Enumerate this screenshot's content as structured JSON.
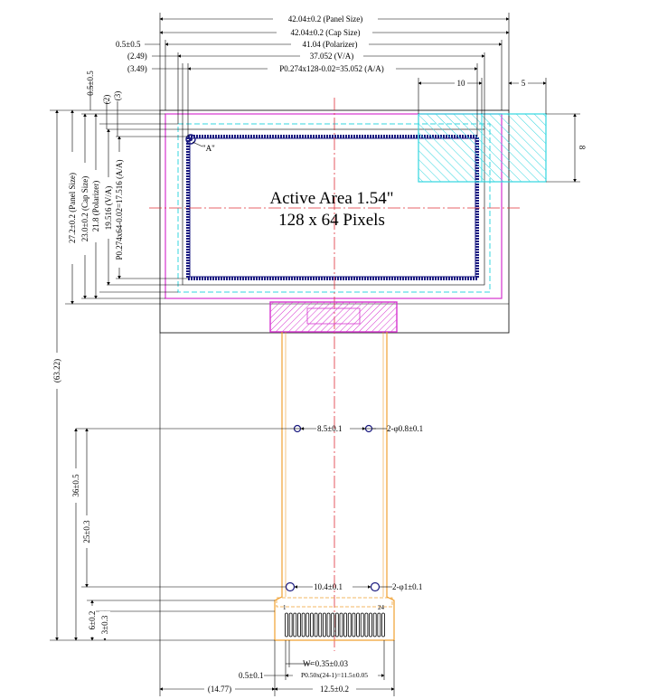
{
  "dims_top": {
    "panel_size": "42.04±0.2 (Panel Size)",
    "cap_size": "42.04±0.2 (Cap Size)",
    "polarizer_offset": "0.5±0.5",
    "polarizer": "41.04 (Polarizer)",
    "va_offset": "(2.49)",
    "va": "37.052 (V/A)",
    "aa_offset": "(3.49)",
    "aa": "P0.274x128-0.02=35.052 (A/A)",
    "pad_width": "10",
    "pad_margin": "5",
    "pad_height": "8"
  },
  "dims_left": {
    "top_offset": "0.5±0.5",
    "offset_2": "(2)",
    "offset_3": "(3)",
    "aa": "P0.274x64-0.02=17.516 (A/A)",
    "va": "19.516 (V/A)",
    "polarizer": "21.8 (Polarizer)",
    "cap_size": "23.0±0.2 (Cap Size)",
    "panel_size": "27.2±0.2 (Panel Size)",
    "total": "(63.22)",
    "fpc_36": "36±0.5",
    "fpc_25": "25±0.3",
    "fpc_6": "6±0.2",
    "fpc_3": "3±0.3"
  },
  "active_area": {
    "line1": "Active Area 1.54\"",
    "line2": "128 x 64 Pixels"
  },
  "detail_marker": "\"A\"",
  "holes": {
    "upper_spacing": "8.5±0.1",
    "upper_dia": "2-φ0.8±0.1",
    "lower_spacing": "10.4±0.1",
    "lower_dia": "2-φ1±0.1"
  },
  "connector": {
    "pin_first": "1",
    "pin_last": "24",
    "pin_count": 24
  },
  "dims_bottom": {
    "pin_width": "W=0.35±0.03",
    "edge_offset": "0.5±0.1",
    "pitch": "P0.50x(24-1)=11.5±0.05",
    "left_offset": "(14.77)",
    "fpc_width": "12.5±0.2"
  },
  "colors": {
    "magenta": "#d633cf",
    "cyan": "#33d6df",
    "orange": "#f0a030",
    "red_center": "#e0303a",
    "navy": "#1a1a80"
  }
}
